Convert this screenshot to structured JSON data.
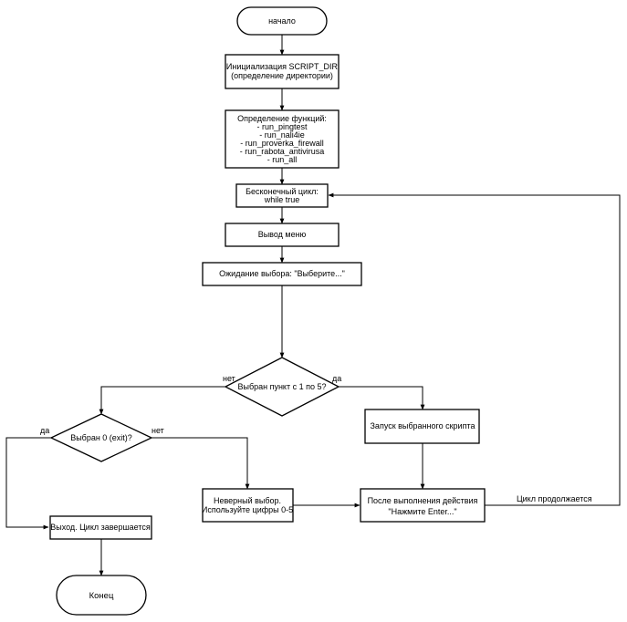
{
  "nodes": {
    "start": {
      "text": "начало"
    },
    "init": {
      "lines": [
        "Инициализация SCRIPT_DIR",
        "(определение директории)"
      ]
    },
    "funcs": {
      "lines": [
        "Определение функций:",
        "- run_pingtest",
        "- run_nali4ie",
        "- run_proverka_firewall",
        "- run_rabota_antivirusa",
        "- run_all"
      ]
    },
    "loop": {
      "lines": [
        "Бесконечный цикл:",
        "while true"
      ]
    },
    "menu": {
      "text": "Вывод меню"
    },
    "wait": {
      "text": "Ожидание выбора:  \"Выберите...\""
    },
    "check15": {
      "text": "Выбран пункт с 1 по 5?"
    },
    "run_script": {
      "text": "Запуск выбранного скрипта"
    },
    "check0": {
      "text": "Выбран 0 (exit)?"
    },
    "invalid": {
      "lines": [
        "Неверный выбор.",
        "Используйте цифры 0-5"
      ]
    },
    "after": {
      "lines": [
        "После выполнения действия",
        "\"Нажмите Enter...\""
      ]
    },
    "exit": {
      "text": "Выход. Цикл завершается"
    },
    "end": {
      "text": "Конец"
    }
  },
  "edge_labels": {
    "check15_no": "нет",
    "check15_yes": "да",
    "check0_yes": "да",
    "check0_no": "нет",
    "loop_continue": "Цикл продолжается"
  }
}
